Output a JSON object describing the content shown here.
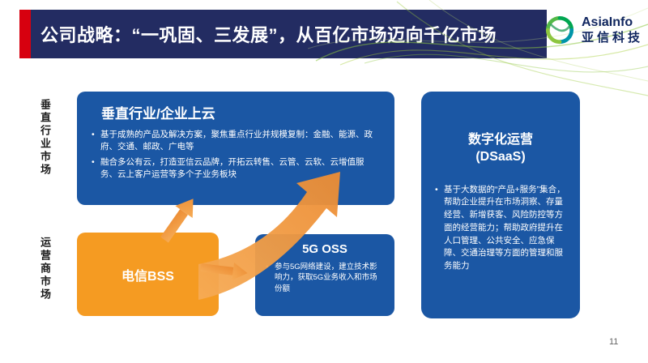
{
  "page": {
    "page_number": "11"
  },
  "header": {
    "title": "公司战略：“一巩固、三发展”，从百亿市场迈向千亿市场",
    "logo_text": "AsiaInfo",
    "logo_subtext": "亚信科技"
  },
  "colors": {
    "header_navy": "#232c62",
    "accent_red": "#d7000f",
    "box_blue": "#1b57a4",
    "box_orange": "#f59b22",
    "deco_green": "#9acb3c"
  },
  "side_labels": {
    "top": "垂直行业市场",
    "bottom": "运营商市场"
  },
  "boxes": {
    "vertical_industry": {
      "title": "垂直行业/企业上云",
      "bullets": [
        "基于成熟的产品及解决方案，聚焦重点行业并规模复制：金融、能源、政府、交通、邮政、广电等",
        "融合多公有云，打造亚信云品牌，开拓云转售、云管、云软、云增值服务、云上客户运营等多个子业务板块"
      ]
    },
    "telecom_bss": {
      "title": "电信BSS"
    },
    "five_g_oss": {
      "title": "5G OSS",
      "bullets": [
        "参与5G网络建设，建立技术影响力，获取5G业务收入和市场份额"
      ]
    },
    "dsaas": {
      "title_line1": "数字化运营",
      "title_line2": "(DSaaS)",
      "bullets": [
        "基于大数据的“产品+服务”集合，帮助企业提升在市场洞察、存量经营、新增获客、风险防控等方面的经营能力；帮助政府提升在人口管理、公共安全、应急保障、交通治理等方面的管理和服务能力"
      ]
    }
  }
}
